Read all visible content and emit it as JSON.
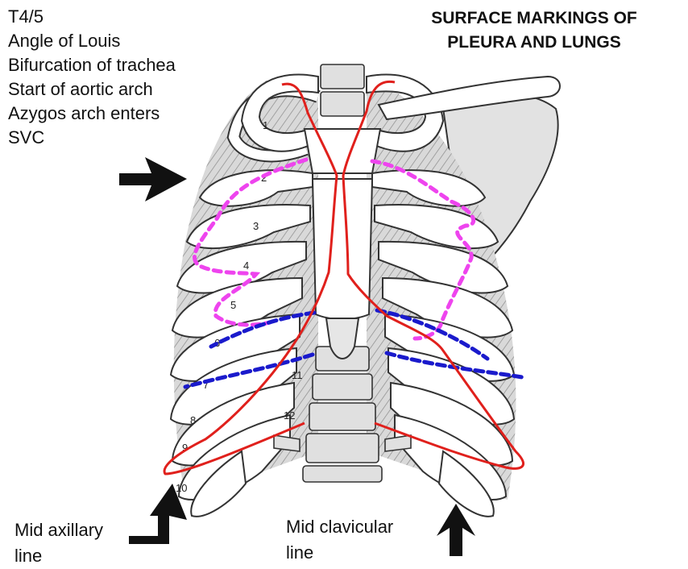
{
  "title": {
    "line1": "SURFACE MARKINGS OF",
    "line2": "PLEURA AND LUNGS"
  },
  "notes": [
    "T4/5",
    "Angle of Louis",
    "Bifurcation of trachea",
    "Start of aortic arch",
    "Azygos arch enters",
    "SVC"
  ],
  "bottom_labels": {
    "mid_axillary": {
      "line1": "Mid axillary",
      "line2": "line"
    },
    "mid_clavicular": {
      "line1": "Mid clavicular",
      "line2": "line"
    }
  },
  "rib_numbers": [
    "1",
    "2",
    "3",
    "4",
    "5",
    "6",
    "7",
    "8",
    "9",
    "10",
    "11",
    "12"
  ],
  "colors": {
    "pleura": "#e0201c",
    "lung": "#ee44ee",
    "lung_lower": "#1a1acc",
    "bone_fill": "#e6e6e6",
    "outline": "#333333"
  }
}
